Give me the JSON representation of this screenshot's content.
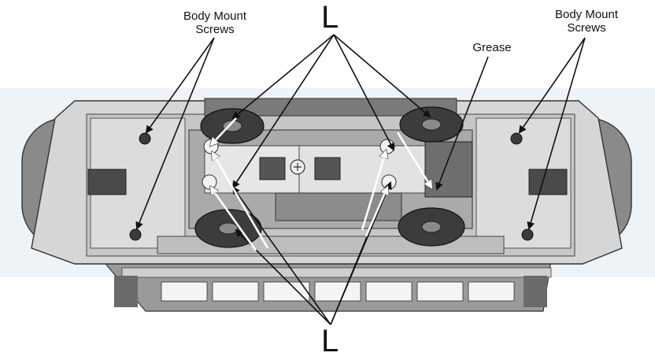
{
  "labels": {
    "body_mount_left": {
      "line1": "Body Mount",
      "line2": "Screws"
    },
    "body_mount_right": {
      "line1": "Body Mount",
      "line2": "Screws"
    },
    "grease": "Grease",
    "lube_top": "L",
    "lube_bottom": "L"
  },
  "colors": {
    "background_band": "#eef3f8",
    "body_light": "#dcdcdc",
    "body_mid": "#bdbdbd",
    "body_dark": "#5a5a5a",
    "wheel": "#3c3c3c",
    "arrow_black": "#111111",
    "arrow_white": "#ffffff"
  }
}
